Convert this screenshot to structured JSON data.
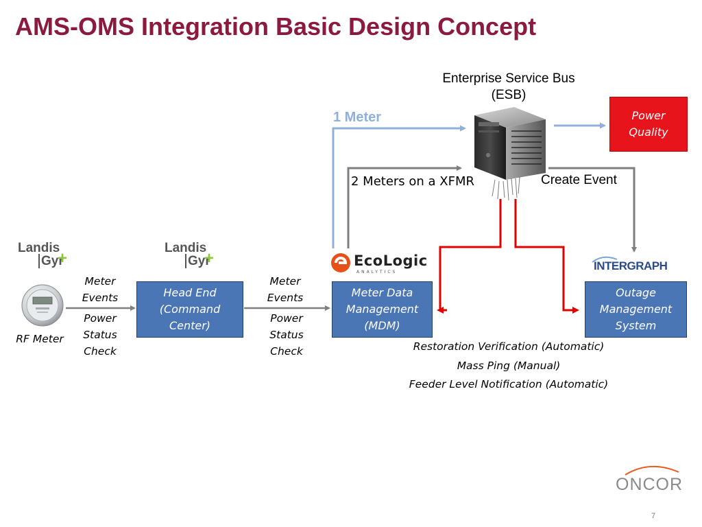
{
  "slide": {
    "title": "AMS-OMS Integration Basic Design Concept",
    "page_number": "7"
  },
  "esb": {
    "label_line1": "Enterprise Service Bus",
    "label_line2": "(ESB)"
  },
  "labels": {
    "one_meter": "1 Meter",
    "two_meters": "2 Meters on a XFMR",
    "create_event": "Create Event",
    "rf_meter": "RF Meter"
  },
  "boxes": {
    "power_quality": [
      "Power",
      "Quality"
    ],
    "head_end": [
      "Head End",
      "(Command",
      "Center)"
    ],
    "mdm": [
      "Meter Data",
      "Management",
      "(MDM)"
    ],
    "oms": [
      "Outage",
      "Management",
      "System"
    ]
  },
  "flow_labels": {
    "left": {
      "meter_events": [
        "Meter",
        "Events"
      ],
      "power_status": [
        "Power",
        "Status",
        "Check"
      ]
    },
    "middle": {
      "meter_events": [
        "Meter",
        "Events"
      ],
      "power_status": [
        "Power",
        "Status",
        "Check"
      ]
    }
  },
  "notes": [
    "Restoration Verification (Automatic)",
    "Mass Ping (Manual)",
    "Feeder Level Notification (Automatic)"
  ],
  "logos": {
    "landis_line1": "Landis",
    "landis_line2": "Gyr",
    "ecologic": "EcoLogic",
    "ecologic_sub": "ANALYTICS",
    "intergraph": "INTERGRAPH",
    "oncor": "ONCOR"
  },
  "colors": {
    "title": "#8b1a3e",
    "box_fill": "#4a76b5",
    "power_quality_fill": "#e8141c",
    "light_blue_arrow": "#8fb0dc",
    "gray_arrow": "#7f7f7f",
    "red_arrow": "#e00000"
  }
}
